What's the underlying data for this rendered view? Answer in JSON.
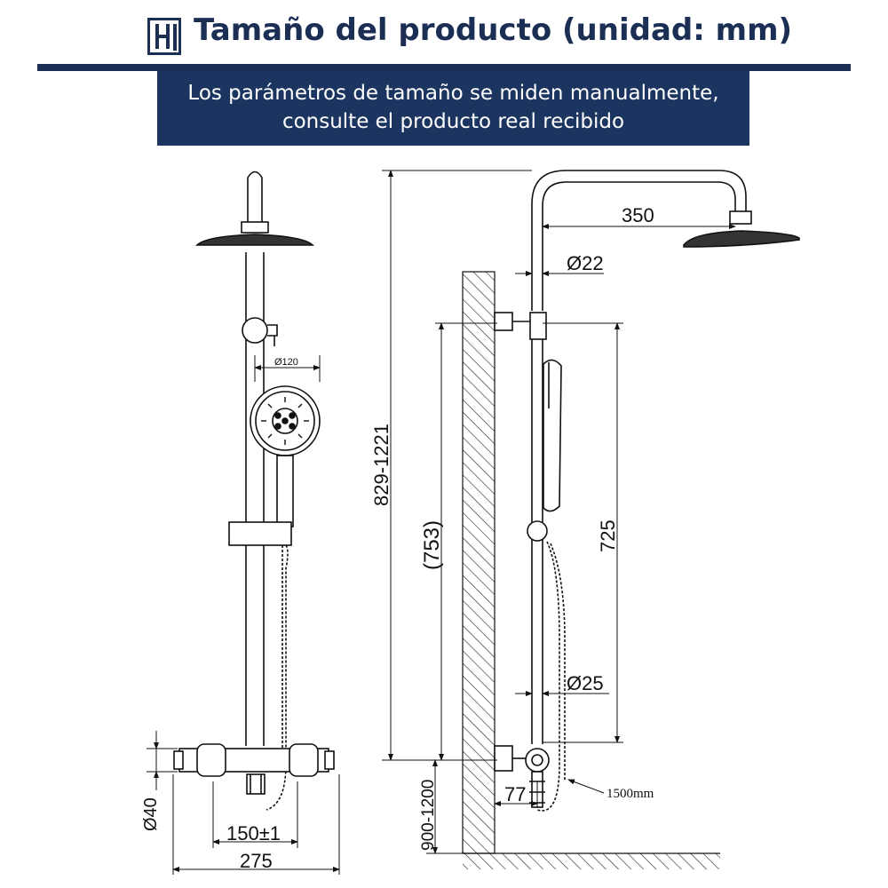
{
  "header": {
    "title": "Tamaño del producto (unidad: mm)"
  },
  "banner": {
    "line1": "Los parámetros de tamaño se miden manualmente,",
    "line2": "consulte el producto real recibido"
  },
  "dimensions": {
    "handshower_diameter": "Ø120",
    "outlet_spacing": "150±1",
    "valve_width": "275",
    "valve_diameter": "Ø40",
    "total_height": "829-1221",
    "pipe_height": "(753)",
    "arm_length": "350",
    "upper_pipe_diameter": "Ø22",
    "rail_length": "725",
    "lower_pipe_diameter": "Ø25",
    "install_height": "900-1200",
    "wall_offset": "77",
    "hose_length": "1500mm"
  }
}
